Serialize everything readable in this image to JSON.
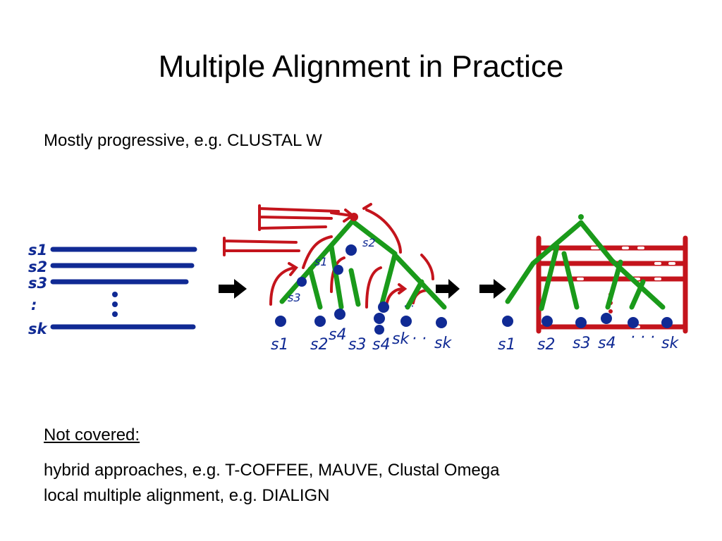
{
  "slide": {
    "title": "Multiple Alignment in Practice",
    "intro": "Mostly progressive, e.g. CLUSTAL W"
  },
  "sketch": {
    "colors": {
      "sequence": "#102a94",
      "tree": "#1a9a1a",
      "alignment": "#c4141c",
      "arrow": "#000000"
    },
    "stage_1": {
      "labels": [
        "s1",
        "s2",
        "s3",
        ":",
        "sk"
      ]
    },
    "stage_2": {
      "labels": [
        "s1",
        "s2",
        "s4",
        "s3",
        "s4",
        "sk",
        "· ·",
        "sk"
      ],
      "inner_labels": [
        "s1",
        "s2",
        "s3",
        "· ·"
      ]
    },
    "stage_3": {
      "labels": [
        "s1",
        "s2",
        "s3",
        "s4",
        "· · ·",
        "sk"
      ]
    },
    "arrow_icon": "right-arrow-icon"
  },
  "not_covered": {
    "heading": "Not covered:",
    "items": [
      "hybrid approaches, e.g. T-COFFEE, MAUVE, Clustal Omega",
      "local multiple alignment, e.g. DIALIGN"
    ]
  }
}
